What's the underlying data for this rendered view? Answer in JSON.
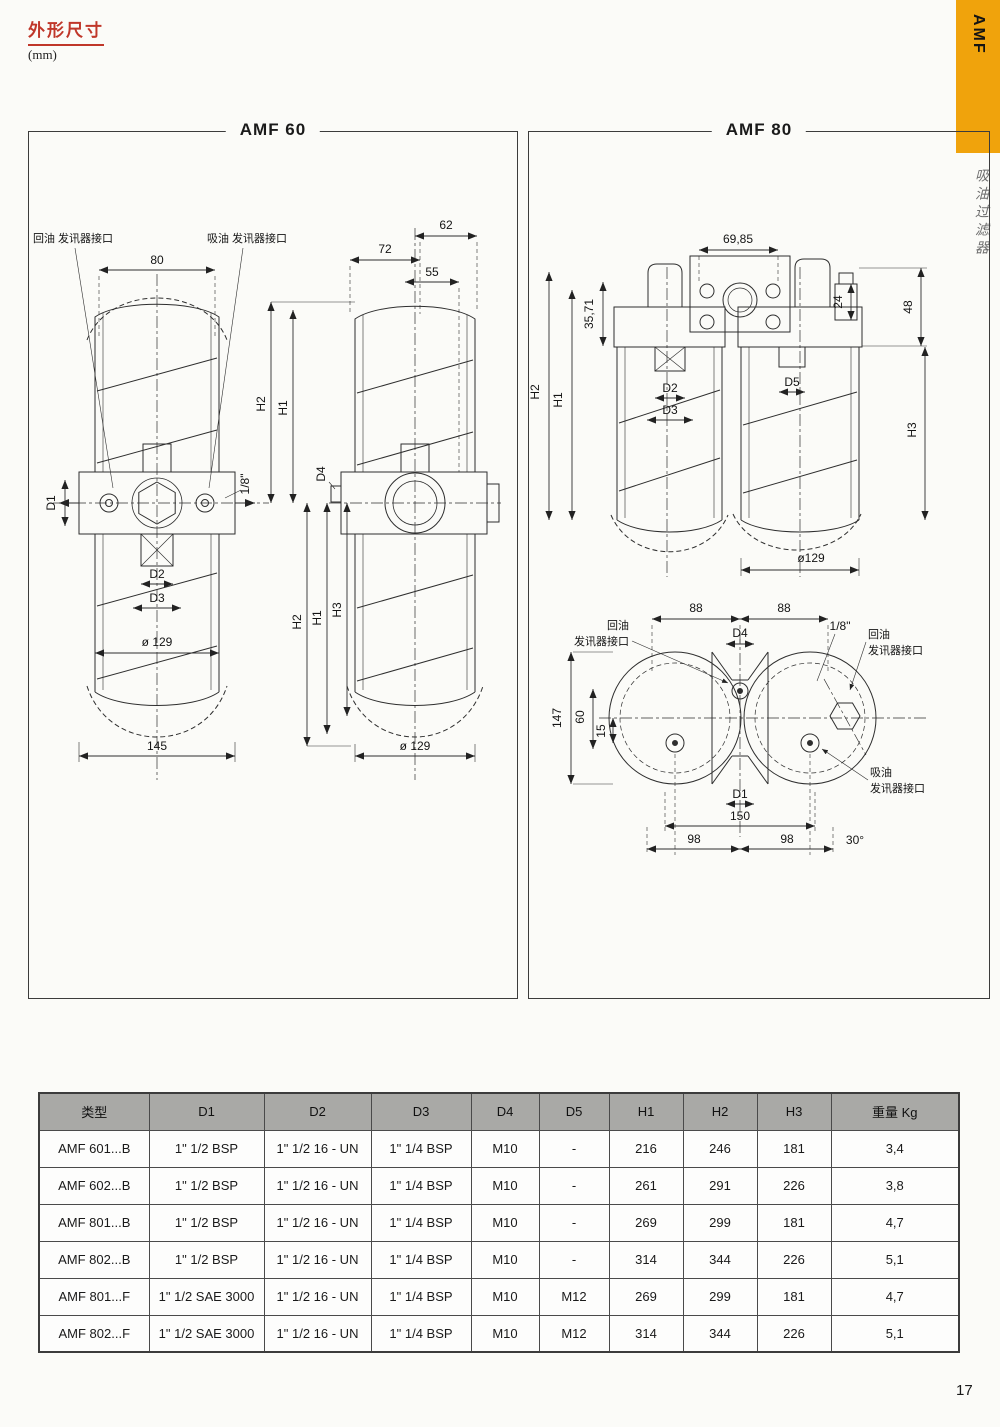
{
  "page": {
    "header_title": "外形尺寸",
    "header_unit": "(mm)",
    "tab_label": "AMF",
    "side_label": "吸油过滤器",
    "page_number": "17"
  },
  "amf60": {
    "title": "AMF 60",
    "label_return_port": "回油 发讯器接口",
    "label_suction_port": "吸油 发讯器接口",
    "front": {
      "w80": "80",
      "d1": "D1",
      "inch18": "1/8\"",
      "d2": "D2",
      "d3": "D3",
      "dia129": "ø 129",
      "w145": "145"
    },
    "side": {
      "w62": "62",
      "w72": "72",
      "w55": "55",
      "h2_top": "H2",
      "h1_top": "H1",
      "d4": "D4",
      "h2_bot": "H2",
      "h1_bot": "H1",
      "h3": "H3",
      "dia129": "ø 129"
    }
  },
  "amf80": {
    "title": "AMF 80",
    "front": {
      "w6985": "69,85",
      "h3571": "35,71",
      "h24": "24",
      "h48": "48",
      "h2": "H2",
      "h1": "H1",
      "d2": "D2",
      "d3": "D3",
      "d5": "D5",
      "h3": "H3",
      "dia129": "ø129"
    },
    "plan": {
      "w88a": "88",
      "w88b": "88",
      "d4": "D4",
      "inch18": "1/8\"",
      "label_return_left_1": "回油",
      "label_return_left_2": "发讯器接口",
      "label_return_right_1": "回油",
      "label_return_right_2": "发讯器接口",
      "h147": "147",
      "h60": "60",
      "h15": "15",
      "d1": "D1",
      "w150": "150",
      "w98a": "98",
      "w98b": "98",
      "angle30": "30°",
      "label_suction_1": "吸油",
      "label_suction_2": "发讯器接口"
    }
  },
  "table": {
    "headers": [
      "类型",
      "D1",
      "D2",
      "D3",
      "D4",
      "D5",
      "H1",
      "H2",
      "H3",
      "重量 Kg"
    ],
    "rows": [
      [
        "AMF 601...B",
        "1\" 1/2 BSP",
        "1\" 1/2  16 - UN",
        "1\" 1/4 BSP",
        "M10",
        "-",
        "216",
        "246",
        "181",
        "3,4"
      ],
      [
        "AMF 602...B",
        "1\" 1/2 BSP",
        "1\" 1/2  16 - UN",
        "1\" 1/4 BSP",
        "M10",
        "-",
        "261",
        "291",
        "226",
        "3,8"
      ],
      [
        "AMF 801...B",
        "1\" 1/2 BSP",
        "1\" 1/2  16 - UN",
        "1\" 1/4 BSP",
        "M10",
        "-",
        "269",
        "299",
        "181",
        "4,7"
      ],
      [
        "AMF 802...B",
        "1\" 1/2 BSP",
        "1\" 1/2  16 - UN",
        "1\" 1/4 BSP",
        "M10",
        "-",
        "314",
        "344",
        "226",
        "5,1"
      ],
      [
        "AMF 801...F",
        "1\" 1/2 SAE 3000",
        "1\" 1/2  16 - UN",
        "1\" 1/4 BSP",
        "M10",
        "M12",
        "269",
        "299",
        "181",
        "4,7"
      ],
      [
        "AMF 802...F",
        "1\" 1/2 SAE 3000",
        "1\" 1/2  16 - UN",
        "1\" 1/4 BSP",
        "M10",
        "M12",
        "314",
        "344",
        "226",
        "5,1"
      ]
    ]
  }
}
